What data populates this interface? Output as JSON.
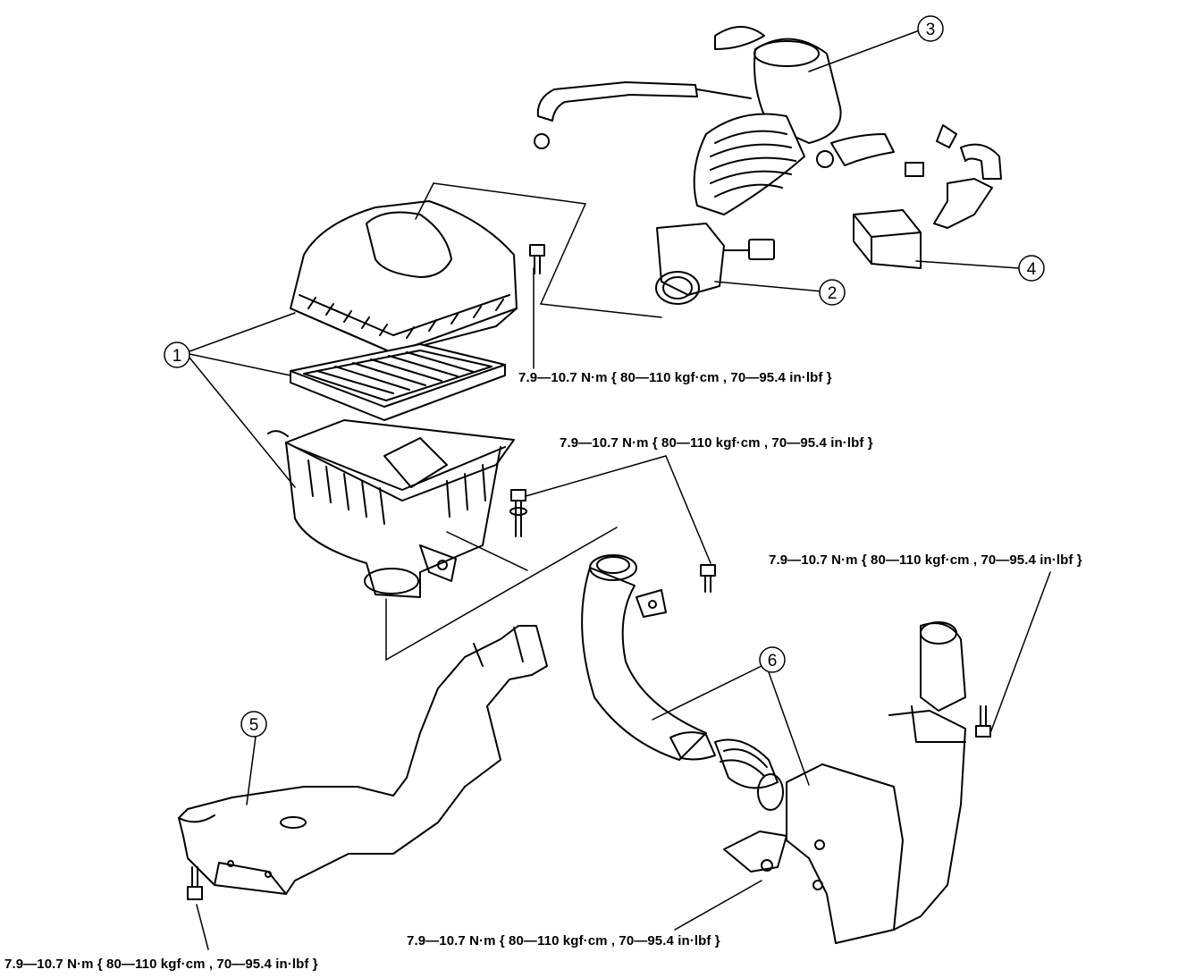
{
  "diagram": {
    "callouts": [
      {
        "id": "c1",
        "label": "1"
      },
      {
        "id": "c2",
        "label": "2"
      },
      {
        "id": "c3",
        "label": "3"
      },
      {
        "id": "c4",
        "label": "4"
      },
      {
        "id": "c5",
        "label": "5"
      },
      {
        "id": "c6",
        "label": "6"
      }
    ],
    "torque_specs": {
      "t1": "7.9—10.7 N·m { 80—110 kgf·cm , 70—95.4 in·lbf }",
      "t2": "7.9—10.7 N·m { 80—110 kgf·cm , 70—95.4 in·lbf }",
      "t3": "7.9—10.7 N·m { 80—110 kgf·cm , 70—95.4 in·lbf }",
      "t4": "7.9—10.7 N·m { 80—110 kgf·cm , 70—95.4 in·lbf }",
      "t5": "7.9—10.7 N·m { 80—110 kgf·cm , 70—95.4 in·lbf }"
    },
    "line_color": "#000000",
    "background": "#ffffff"
  }
}
